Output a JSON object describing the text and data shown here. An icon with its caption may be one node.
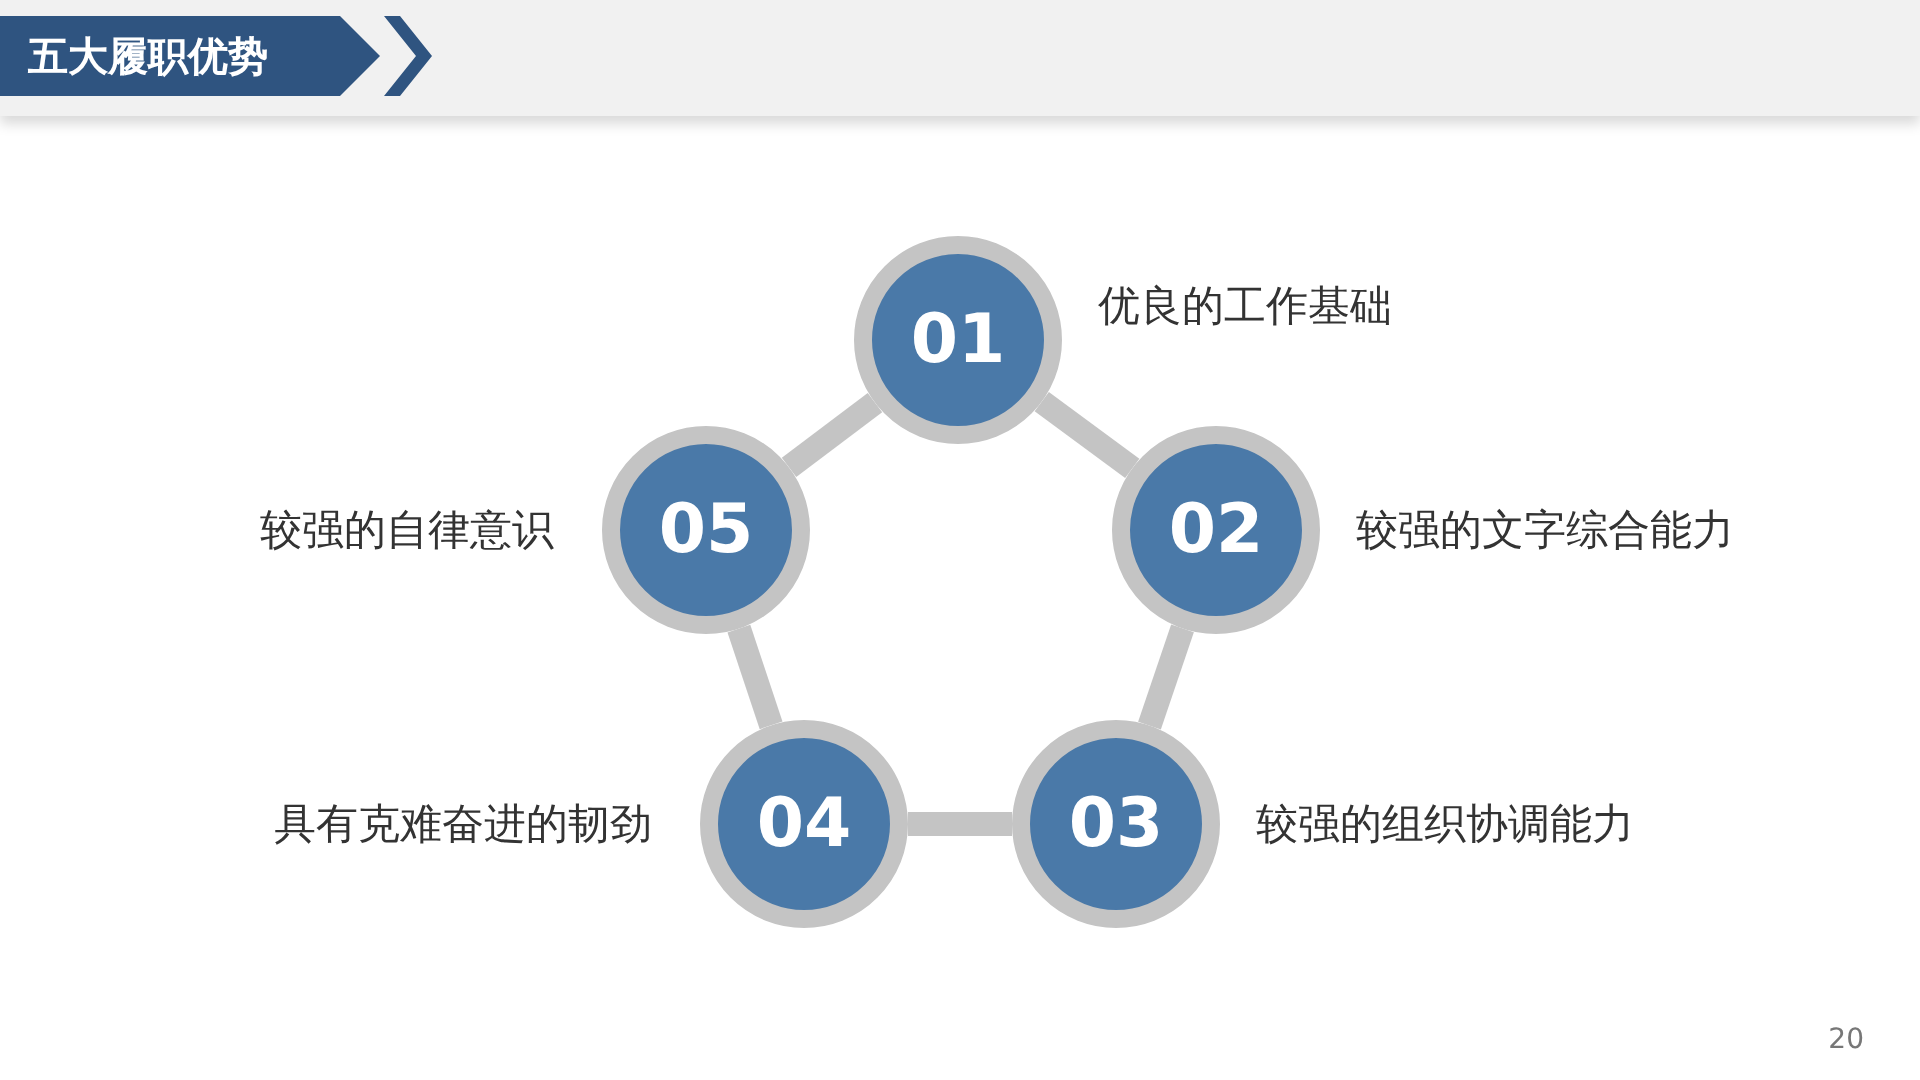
{
  "diagram": {
    "title": "五大履职优势",
    "nodes": [
      {
        "text": [
          "01"
        ],
        "beside": [
          "优良的工作基础"
        ]
      },
      {
        "text": [
          "02"
        ],
        "beside": [
          "较强的文字综合能力"
        ]
      },
      {
        "text": [
          "03"
        ],
        "beside": [
          "较强的组织协调能力"
        ]
      },
      {
        "text": [
          "04"
        ],
        "beside": [
          "具有克难奋进的韧劲"
        ]
      },
      {
        "text": [
          "05"
        ],
        "beside": [
          "较强的自律意识"
        ]
      }
    ],
    "edges": [
      {
        "from": 0,
        "to": 1,
        "arrow": "none"
      },
      {
        "from": 1,
        "to": 2,
        "arrow": "none"
      },
      {
        "from": 2,
        "to": 3,
        "arrow": "none"
      },
      {
        "from": 3,
        "to": 4,
        "arrow": "none"
      },
      {
        "from": 4,
        "to": 0,
        "arrow": "none"
      }
    ],
    "labels": [
      "20"
    ]
  }
}
